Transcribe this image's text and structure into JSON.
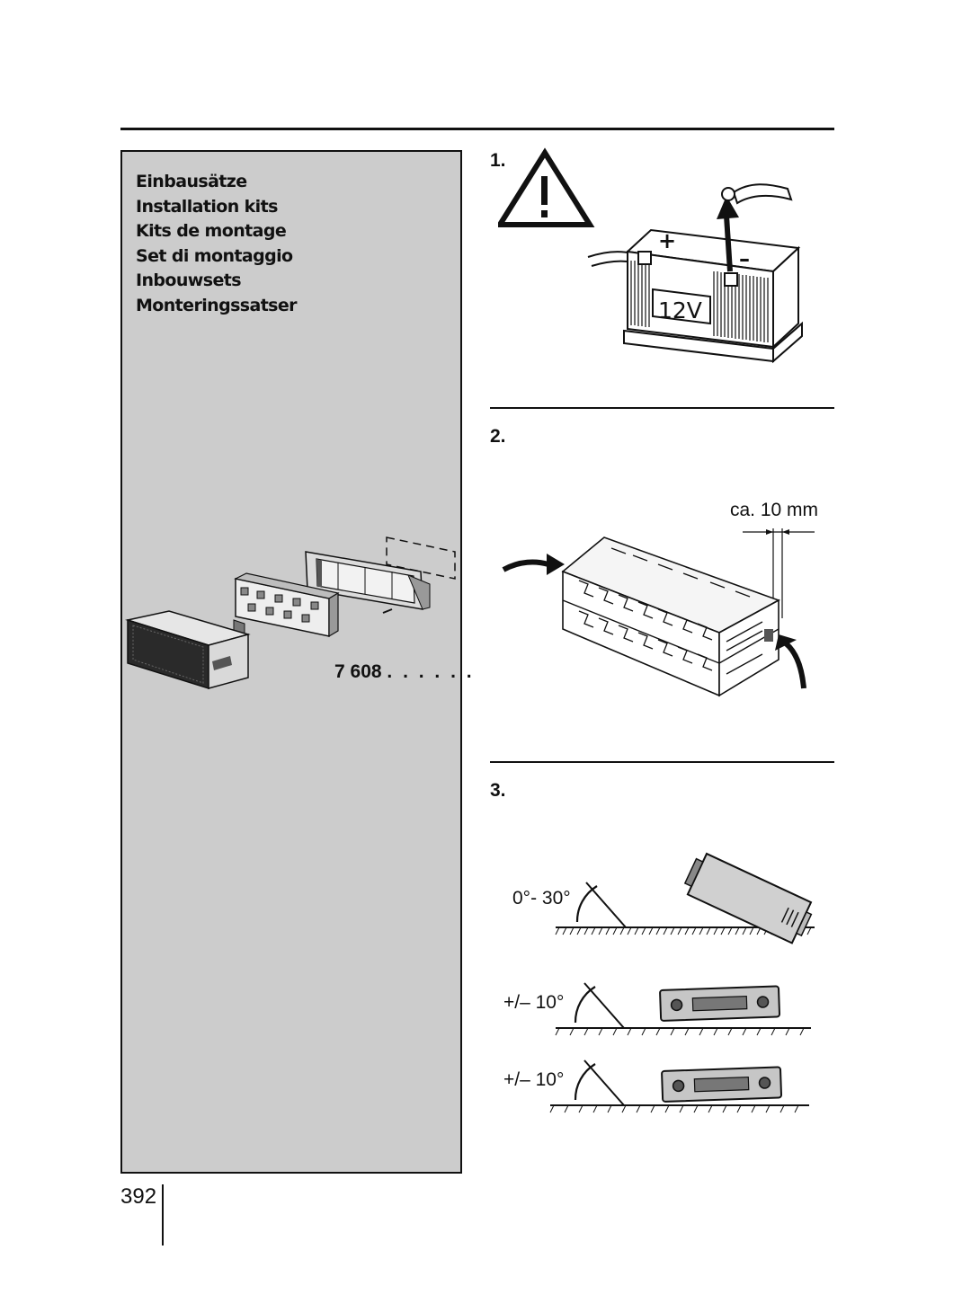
{
  "kit_panel": {
    "titles": [
      "Einbausätze",
      "Installation kits",
      "Kits de montage",
      "Set di montaggio",
      "Inbouwsets",
      "Monteringssatser"
    ],
    "order_number": "7 608",
    "order_dots": ". . . . . ."
  },
  "steps": {
    "step1": {
      "number": "1.",
      "battery_label": "12V",
      "plus_sign": "+",
      "minus_sign": "–"
    },
    "step2": {
      "number": "2.",
      "gap_label": "ca. 10 mm"
    },
    "step3": {
      "number": "3.",
      "angle_labels": [
        "0°- 30°",
        "+/– 10°",
        "+/– 10°"
      ]
    }
  },
  "page_number": "392",
  "colors": {
    "panel_gray": "#cccccc",
    "ink": "#111111"
  }
}
